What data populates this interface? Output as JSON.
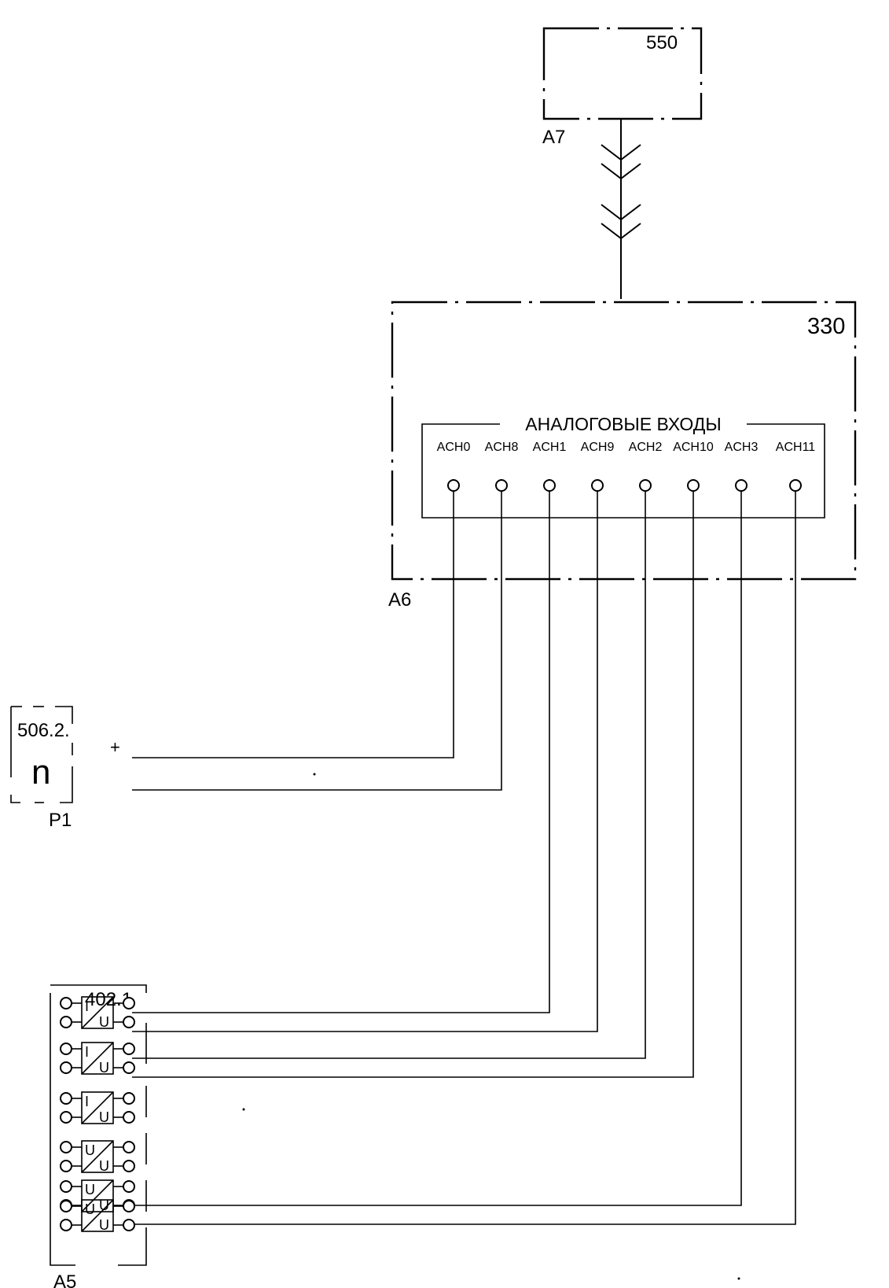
{
  "blocks": {
    "a7": {
      "number": "550",
      "designator": "A7"
    },
    "a6": {
      "number": "330",
      "designator": "A6",
      "section_title": "АНАЛОГОВЫЕ ВХОДЫ"
    },
    "p1": {
      "number": "506.2.",
      "symbol": "n",
      "designator": "P1",
      "plus": "+"
    },
    "a5": {
      "number": "402.1",
      "designator": "A5"
    }
  },
  "channels": [
    "ACH0",
    "ACH8",
    "ACH1",
    "ACH9",
    "ACH2",
    "ACH10",
    "ACH3",
    "ACH11"
  ],
  "converters": [
    {
      "top": "I",
      "bottom": "U"
    },
    {
      "top": "I",
      "bottom": "U"
    },
    {
      "top": "I",
      "bottom": "U"
    },
    {
      "top": "U",
      "bottom": "U"
    },
    {
      "top": "U",
      "bottom": "U"
    },
    {
      "top": "U",
      "bottom": "U"
    }
  ]
}
